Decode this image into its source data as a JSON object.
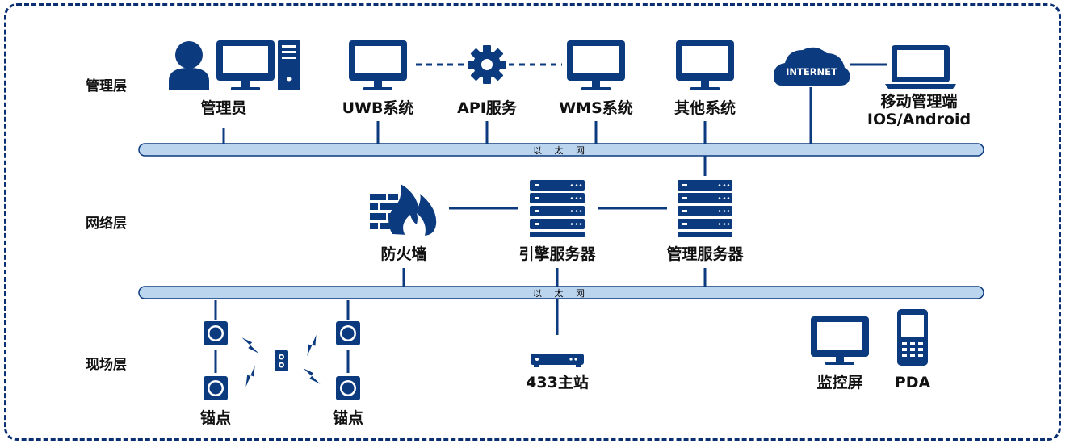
{
  "layers": {
    "management": "管理层",
    "network": "网络层",
    "field": "现场层"
  },
  "bus": {
    "top": "以 太 网",
    "bottom": "以 太 网"
  },
  "nodes": {
    "admin": "管理员",
    "uwb": "UWB系统",
    "api": "API服务",
    "wms": "WMS系统",
    "other": "其他系统",
    "internet": "INTERNET",
    "mobile_line1": "移动管理端",
    "mobile_line2": "IOS/Android",
    "firewall": "防火墙",
    "engine_server": "引擎服务器",
    "mgmt_server": "管理服务器",
    "anchor_left": "锚点",
    "anchor_right": "锚点",
    "master_station": "433主站",
    "monitor": "监控屏",
    "pda": "PDA"
  },
  "colors": {
    "primary": "#0b3a7e",
    "bus_fill": "#bcd5ef",
    "frame": "#0b2f73"
  }
}
